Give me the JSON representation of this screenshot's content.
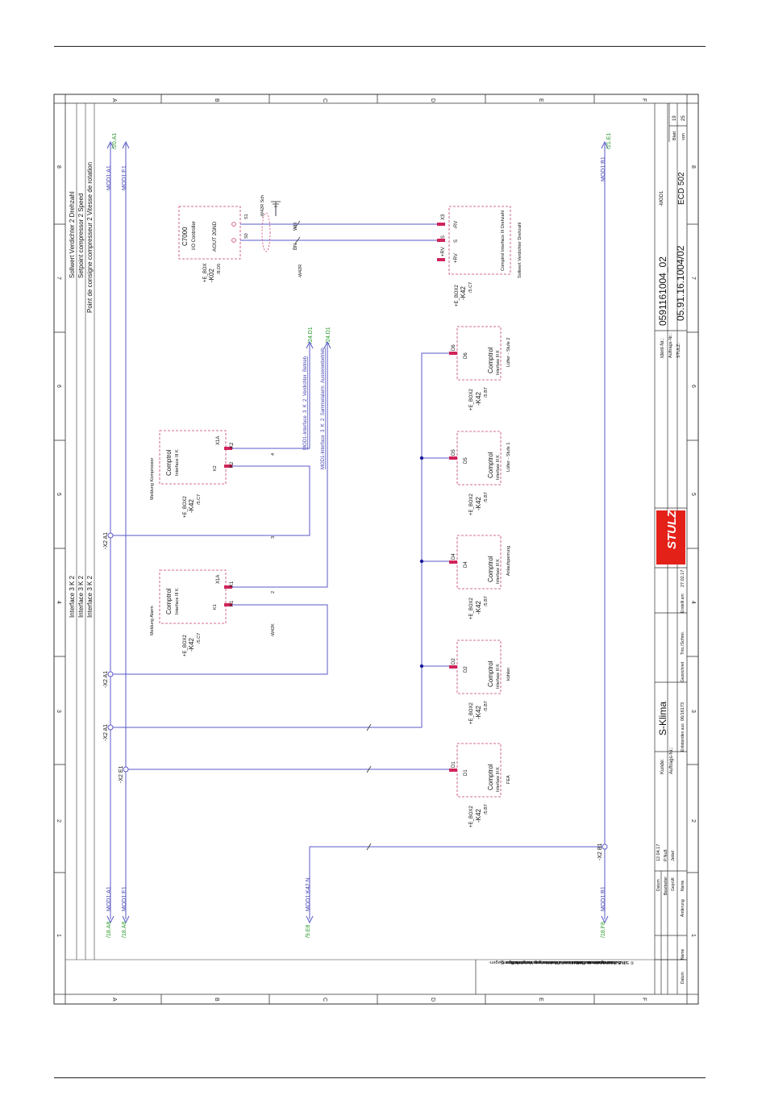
{
  "frame": {
    "col_letters": [
      "A",
      "B",
      "C",
      "D",
      "E",
      "F"
    ],
    "row_numbers": [
      "1",
      "2",
      "3",
      "4",
      "5",
      "6",
      "7",
      "8"
    ]
  },
  "header_texts": {
    "block1": [
      "Sollwert Verdichter 2 Drehzahl",
      "Setpoint compressor 2 Speed",
      "Point de consigne compresseur 2 Vitesse de rotation"
    ],
    "block2": [
      "Interface 3 K 2",
      "Interface 3 K 2",
      "Interface 3 K 2"
    ]
  },
  "refs": {
    "top_a1": "/20.A1",
    "top_a1_label": "MOD1:A1",
    "top_e1_label": "MOD1:E1",
    "top_b1": "/21.E1",
    "top_b1_label": "MOD1:B1",
    "bot_ab1": "/18.A8",
    "bot_ab1_label": "MOD1:A1",
    "bot_ab2": "/18.A8",
    "bot_ab2_label": "MOD1:E1",
    "bot_e8": "/9.E8",
    "bot_e8_label": "MOD1:K42.N",
    "bot_f8": "/18.F8",
    "bot_f8_label": "MOD1:B1",
    "d1_ref1": "/24.D1",
    "d1_ref1_label": "MOD1-Interface_3_K_2_Verdichter_Betrieb",
    "d1_ref2": "/24.D1",
    "d1_ref2_label": "MOD1-Interface_3_K_2_Sammelalarm_Ausserenbetrieb"
  },
  "terminals": {
    "x2_a1_top": "-X2 A1",
    "x2_a1_mid": "-X2 A1",
    "x2_a1_low": "-X2 A1",
    "x2_e1": "-X2 E1",
    "x2_b1": "-X2 B1"
  },
  "c7000": {
    "name": "C7000",
    "desc": "I/O Controller",
    "pins": [
      "GND",
      "AOUT 2"
    ],
    "pin_nums": [
      "S1",
      "S0"
    ],
    "tag1": "+E_BOX",
    "tag2": "-K02",
    "tag3": "/8.D5",
    "shield": "-W42R Sch",
    "wire1": "WH",
    "wire2": "BN",
    "cable": "-W42R"
  },
  "setpoint_module": {
    "pins": [
      "X3",
      "S",
      "+RV"
    ],
    "pin_labels": [
      "-RV",
      "S",
      "+RV"
    ],
    "name": "Comptrol Interface III Drehzahl",
    "desc": "Sollwert Verdichter Drehzahl",
    "tag1": "+E_BOX2",
    "tag2": "-K42",
    "tag3": "/5.C7"
  },
  "relay_modules": [
    {
      "id": "k2",
      "tag1": "+E_BOX2",
      "tag2": "-K42",
      "tag3": "/5.C7",
      "name": "Comptrol",
      "sub": "Interface III K",
      "desc": "Meldung Kompressor",
      "x": "X1A",
      "k_a": "K2",
      "k_b": "K2"
    },
    {
      "id": "k1",
      "tag1": "+E_BOX2",
      "tag2": "-K42",
      "tag3": "/5.C7",
      "name": "Comptrol",
      "sub": "Interface III K",
      "desc": "Meldung Alarm",
      "x": "X1A",
      "k_a": "K1",
      "k_b": "K1"
    }
  ],
  "d_modules": [
    {
      "id": "d1",
      "pin": "D1",
      "name": "Comptrol",
      "sub": "Interface III K",
      "desc": "FEA",
      "tag1": "+E_BOX2",
      "tag2": "-K42",
      "tag3": "/5.B7"
    },
    {
      "id": "d2",
      "pin": "D2",
      "name": "Comptrol",
      "sub": "Interface III K",
      "desc": "kühlen",
      "tag1": "+E_BOX2",
      "tag2": "-K42",
      "tag3": "/5.B7"
    },
    {
      "id": "d4",
      "pin": "D4",
      "name": "Comptrol",
      "sub": "Interface III K",
      "desc": "Anlaufsperrung",
      "tag1": "+E_BOX2",
      "tag2": "-K42",
      "tag3": "/5.B7"
    },
    {
      "id": "d5",
      "pin": "D5",
      "name": "Comptrol",
      "sub": "Interface III K",
      "desc": "Lüfter - Stufe 1",
      "tag1": "+E_BOX2",
      "tag2": "-K42",
      "tag3": "/5.B7"
    },
    {
      "id": "d6",
      "pin": "D6",
      "name": "Comptrol",
      "sub": "Interface III K",
      "desc": "Lüfter - Stufe 2",
      "tag1": "+E_BOX2",
      "tag2": "-K42",
      "tag3": "/5.B7"
    }
  ],
  "wire_marks": {
    "w1": "-W42K",
    "w2": "2",
    "w3": "3",
    "w4": "4"
  },
  "title_block": {
    "ident_label": "Ident-Nr.:",
    "ident": "0591161004_02",
    "auftrag_label": "Auftrags-Nr.:",
    "auftrag": "05.91.16.1004/02",
    "stulz_label": "STULZ:",
    "kunde_label": "Kunde:",
    "kunde": "S-Klima",
    "auftrag2_label": "Auftrags-Nr.:",
    "model": "ECD 502",
    "mod": "-MOD1",
    "blatt_label": "Blatt",
    "blatt": "19",
    "von_label": "von",
    "von": "25",
    "datum_label": "Datum",
    "datum": "12.04.17",
    "bearb_label": "Bearbeiter",
    "bearb": "P.Nu8",
    "gepr_label": "Geprüft",
    "gepr": "Jettel",
    "norm_label": "Name",
    "aend_label": "Änderung",
    "erst_label": "Erstellt am",
    "erst": "27.02.17",
    "gez_label": "Gezeichnet",
    "gez": "Trio./Schmi.",
    "ents_label": "Entstanden aus",
    "ents": "06/16173",
    "logo": "STULZ",
    "copyright": [
      "Für dieses Dokument und den darin dargestellten Gegen-",
      "stand behalten wir uns alle Rechte vor. Vervielfältigung,",
      "Bekanntgabe an Dritte oder Verwertung seines Inhaltes",
      "sind ohne unsere ausdrückliche Zustimmung verboten.",
      "© STULZ Klimatechnik GmbH"
    ]
  }
}
